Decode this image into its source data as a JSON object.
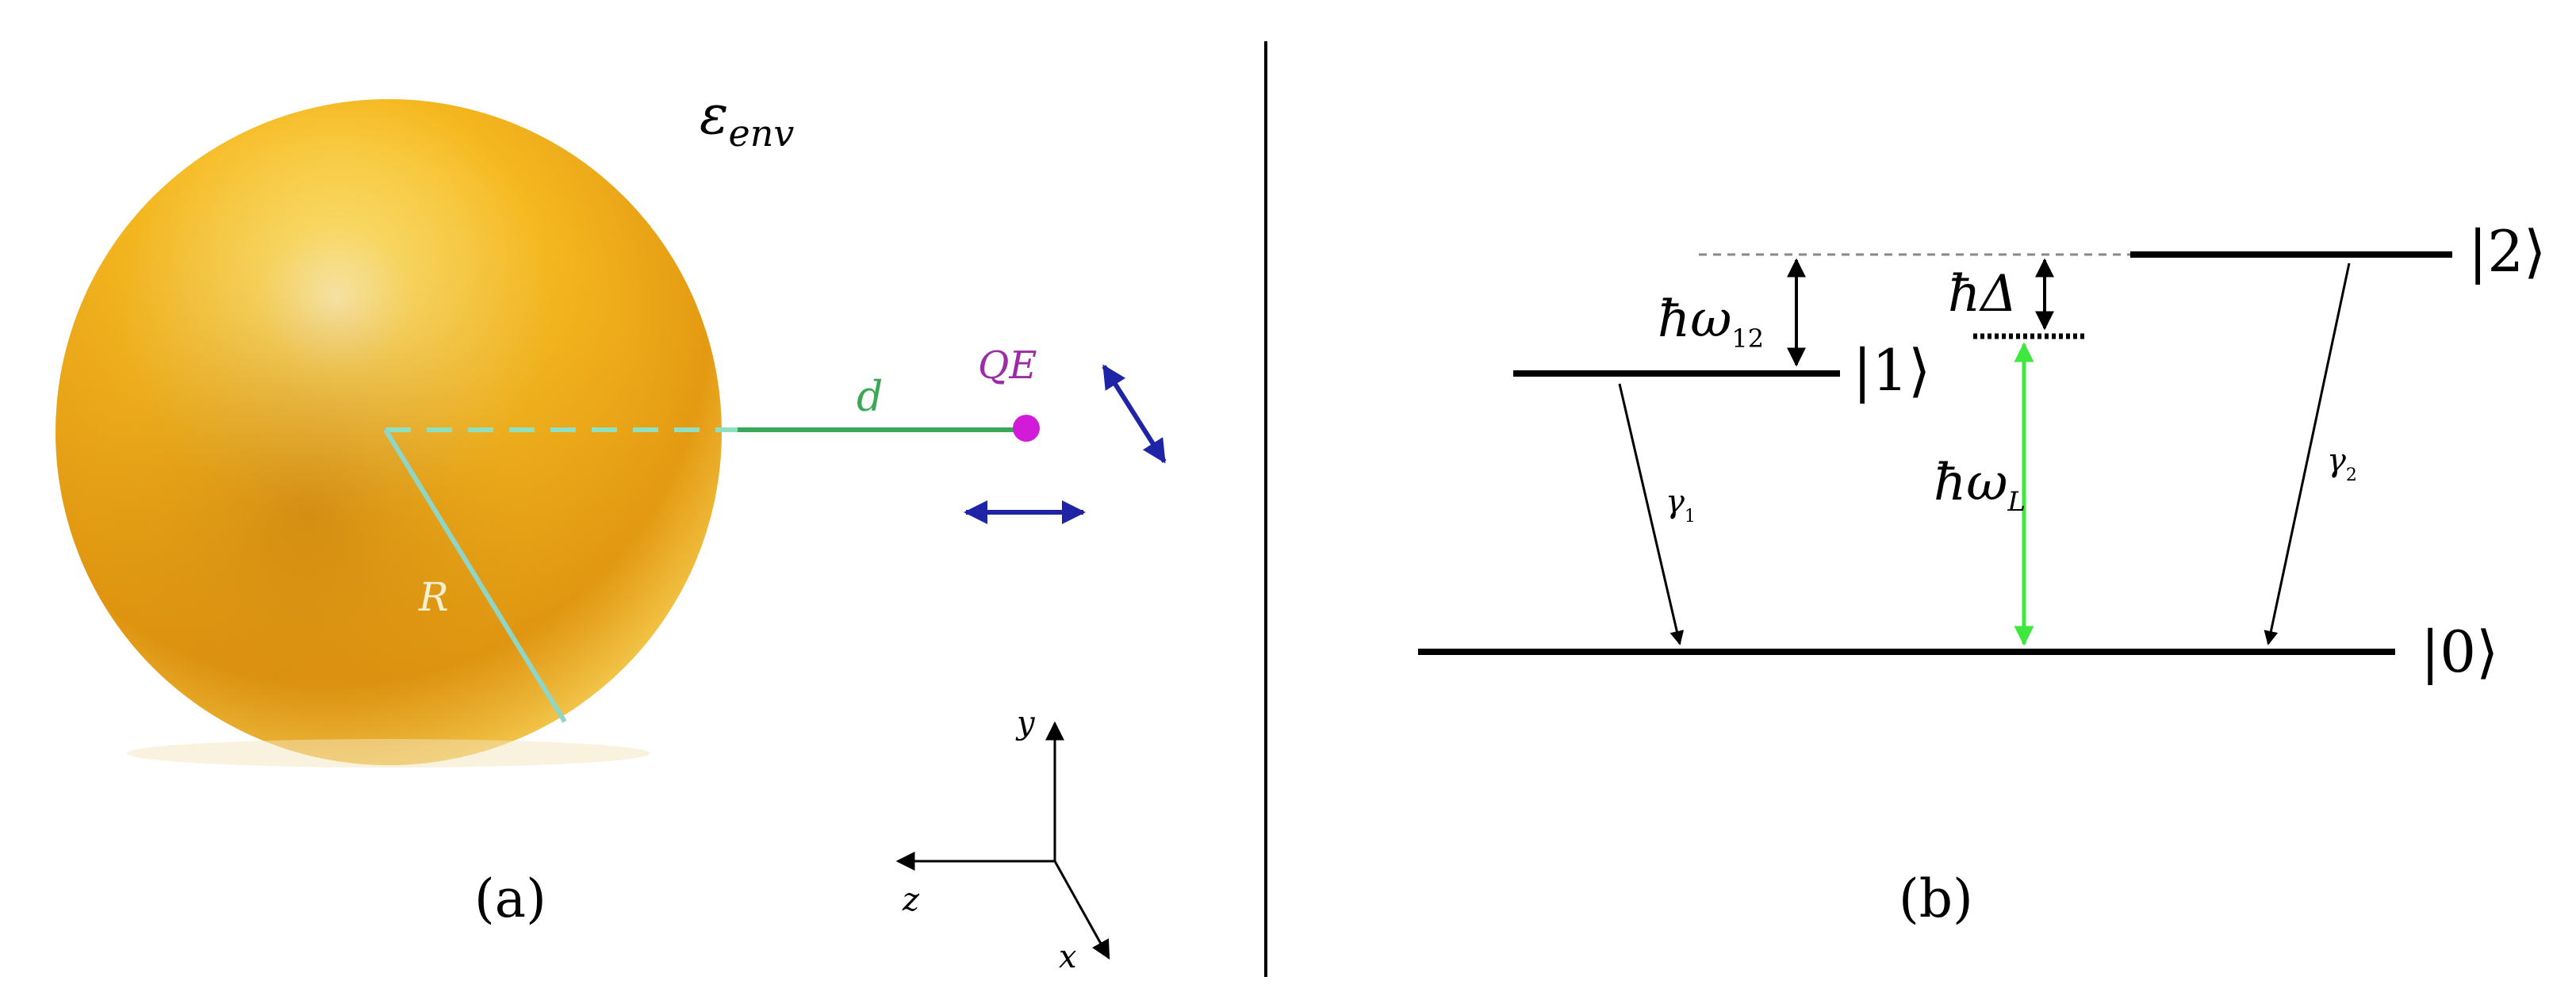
{
  "panel_a": {
    "caption": "(a)",
    "environment_label": "ε",
    "environment_subscript": "env",
    "radius_label": "R",
    "distance_label": "d",
    "emitter_label": "QE",
    "axes": {
      "x": "x",
      "y": "y",
      "z": "z"
    },
    "colors": {
      "sphere_light": "#fff6b8",
      "sphere_mid": "#f5b820",
      "sphere_dark": "#c77a08",
      "distance_line": "#3aa857",
      "radius_line": "#8fd6c8",
      "emitter": "#d21ad9",
      "emitter_label": "#9b2ba6",
      "dipole_arrows": "#1f24a6"
    }
  },
  "panel_b": {
    "caption": "(b)",
    "level_0": "|0⟩",
    "level_1": "|1⟩",
    "level_2": "|2⟩",
    "hbar_omega_12": "ħω",
    "hbar_omega_12_sub": "12",
    "hbar_delta": "ħΔ",
    "hbar_omega_L": "ħω",
    "hbar_omega_L_sub": "L",
    "gamma_1": "γ",
    "gamma_1_sub": "1",
    "gamma_2": "γ",
    "gamma_2_sub": "2",
    "colors": {
      "levels": "#000000",
      "laser_arrow": "#3ee83e",
      "dashed_line": "#888888"
    }
  }
}
